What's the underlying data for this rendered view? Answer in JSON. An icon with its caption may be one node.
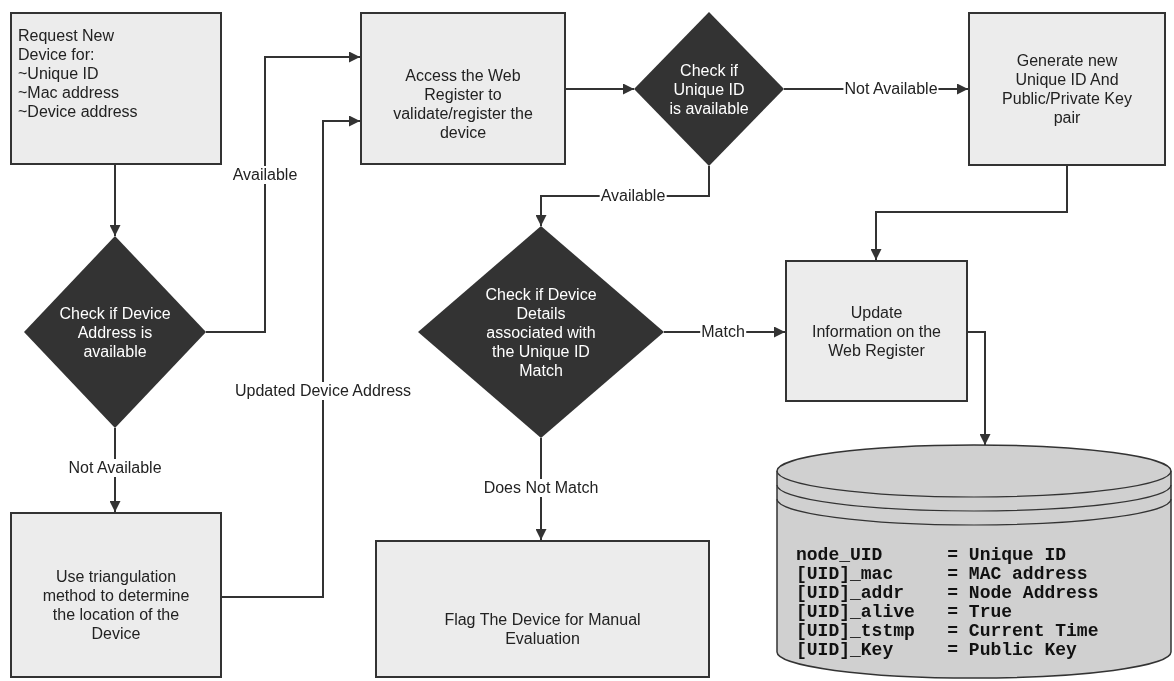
{
  "diagram": {
    "nodes": [
      {
        "text": [
          "Request New Device for:",
          "~Unique ID",
          "~Mac address",
          "~Device address"
        ]
      },
      {
        "text": [
          "Check if Device Address is available"
        ]
      },
      {
        "text": [
          "Use triangulation method to determine the location of the Device"
        ]
      },
      {
        "text": [
          "Access the Web Register to validate/register the device"
        ]
      },
      {
        "text": [
          "Check if Unique ID is available"
        ]
      },
      {
        "text": [
          "Generate new Unique ID And Public/Private Key pair"
        ]
      },
      {
        "text": [
          "Check if Device Details associated with the Unique ID Match"
        ]
      },
      {
        "text": [
          "Update Information on the Web Register"
        ]
      },
      {
        "text": [
          "Flag The Device for Manual Evaluation"
        ]
      },
      {
        "text": [
          "node_UID      = Unique ID",
          "[UID]_mac     = MAC address",
          "[UID]_addr    = Node Address",
          "[UID]_alive   = True",
          "[UID]_tstmp   = Current Time",
          "[UID]_Key     = Public Key"
        ]
      }
    ],
    "edges": [
      {
        "from": 0,
        "to": 1,
        "arrow": "to"
      },
      {
        "from": 1,
        "to": 3,
        "arrow": "to",
        "label": "Available"
      },
      {
        "from": 1,
        "to": 2,
        "arrow": "to",
        "label": "Not Available"
      },
      {
        "from": 2,
        "to": 3,
        "arrow": "to",
        "label": "Updated Device Address"
      },
      {
        "from": 3,
        "to": 4,
        "arrow": "to"
      },
      {
        "from": 4,
        "to": 5,
        "arrow": "to",
        "label": "Not Available"
      },
      {
        "from": 4,
        "to": 6,
        "arrow": "to",
        "label": "Available"
      },
      {
        "from": 5,
        "to": 7,
        "arrow": "to"
      },
      {
        "from": 6,
        "to": 7,
        "arrow": "to",
        "label": "Match"
      },
      {
        "from": 6,
        "to": 8,
        "arrow": "to",
        "label": "Does Not Match"
      },
      {
        "from": 7,
        "to": 9,
        "arrow": "to"
      }
    ]
  }
}
